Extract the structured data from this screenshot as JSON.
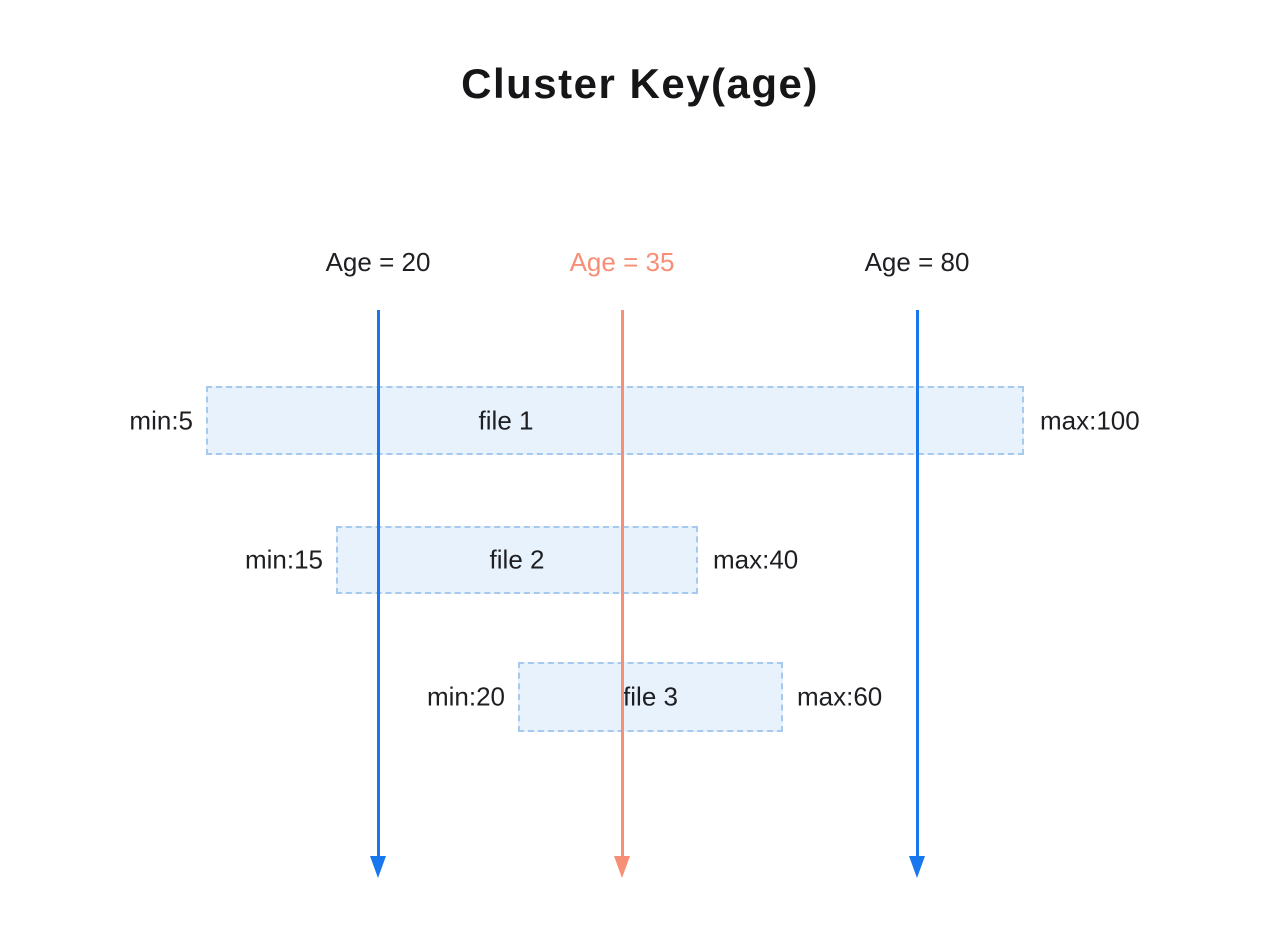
{
  "title": "Cluster Key(age)",
  "age_markers": [
    {
      "label": "Age = 20",
      "value": 20,
      "color": "#1877ec"
    },
    {
      "label": "Age = 35",
      "value": 35,
      "color": "#f78e76"
    },
    {
      "label": "Age = 80",
      "value": 80,
      "color": "#1877ec"
    }
  ],
  "files": [
    {
      "name": "file 1",
      "min_label": "min:5",
      "max_label": "max:100",
      "min": 5,
      "max": 100
    },
    {
      "name": "file 2",
      "min_label": "min:15",
      "max_label": "max:40",
      "min": 15,
      "max": 40
    },
    {
      "name": "file 3",
      "min_label": "min:20",
      "max_label": "max:60",
      "min": 20,
      "max": 60
    }
  ],
  "colors": {
    "blue_arrow": "#1877ec",
    "salmon_arrow": "#f78e76",
    "box_fill": "#e8f2fd",
    "box_border": "#a6c9ed",
    "text": "#1e1f22"
  }
}
